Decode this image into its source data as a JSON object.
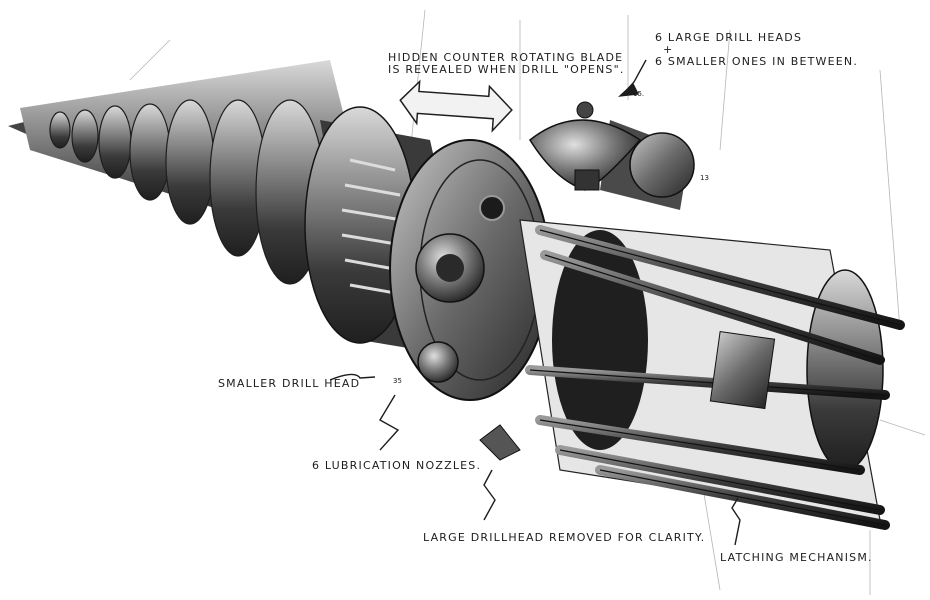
{
  "annotations": {
    "blade": {
      "line1": "Hidden counter rotating blade",
      "line2": "is revealed when drill \"opens\"."
    },
    "heads": {
      "line1": "6 Large Drill Heads",
      "plus": "+",
      "line2": "6 smaller ones in between."
    },
    "small_head": "Smaller drill head",
    "nozzles": "6 lubrication nozzles.",
    "removed": "Large drillhead removed for clarity.",
    "latching": "Latching mechanism."
  },
  "marks": {
    "num_15": "15.",
    "num_13": "13",
    "num_35": "35"
  },
  "colors": {
    "metal_dark": "#2b2b2b",
    "metal_mid": "#6f6f6f",
    "metal_light": "#bdbdbd",
    "ink": "#1d1d1d",
    "paper": "#ffffff"
  }
}
